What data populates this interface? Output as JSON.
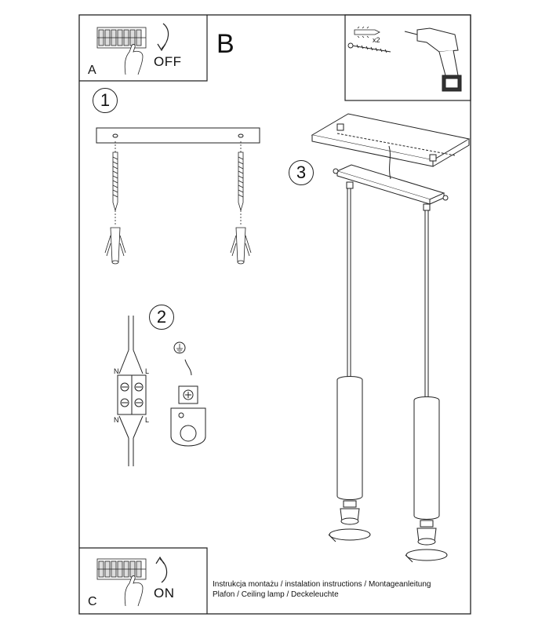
{
  "panels": {
    "a_letter": "A",
    "b_letter": "B",
    "c_letter": "C",
    "off_label": "OFF",
    "on_label": "ON",
    "screw_qty": "x2"
  },
  "steps": {
    "one": "1",
    "two": "2",
    "three": "3"
  },
  "wiring": {
    "n_top": "N",
    "l_top": "L",
    "n_bottom": "N",
    "l_bottom": "L"
  },
  "caption": {
    "line1": "Instrukcja montażu / instalation instructions / Montageanleitung",
    "line2": "Plafon / Ceiling lamp / Deckeleuchte"
  }
}
